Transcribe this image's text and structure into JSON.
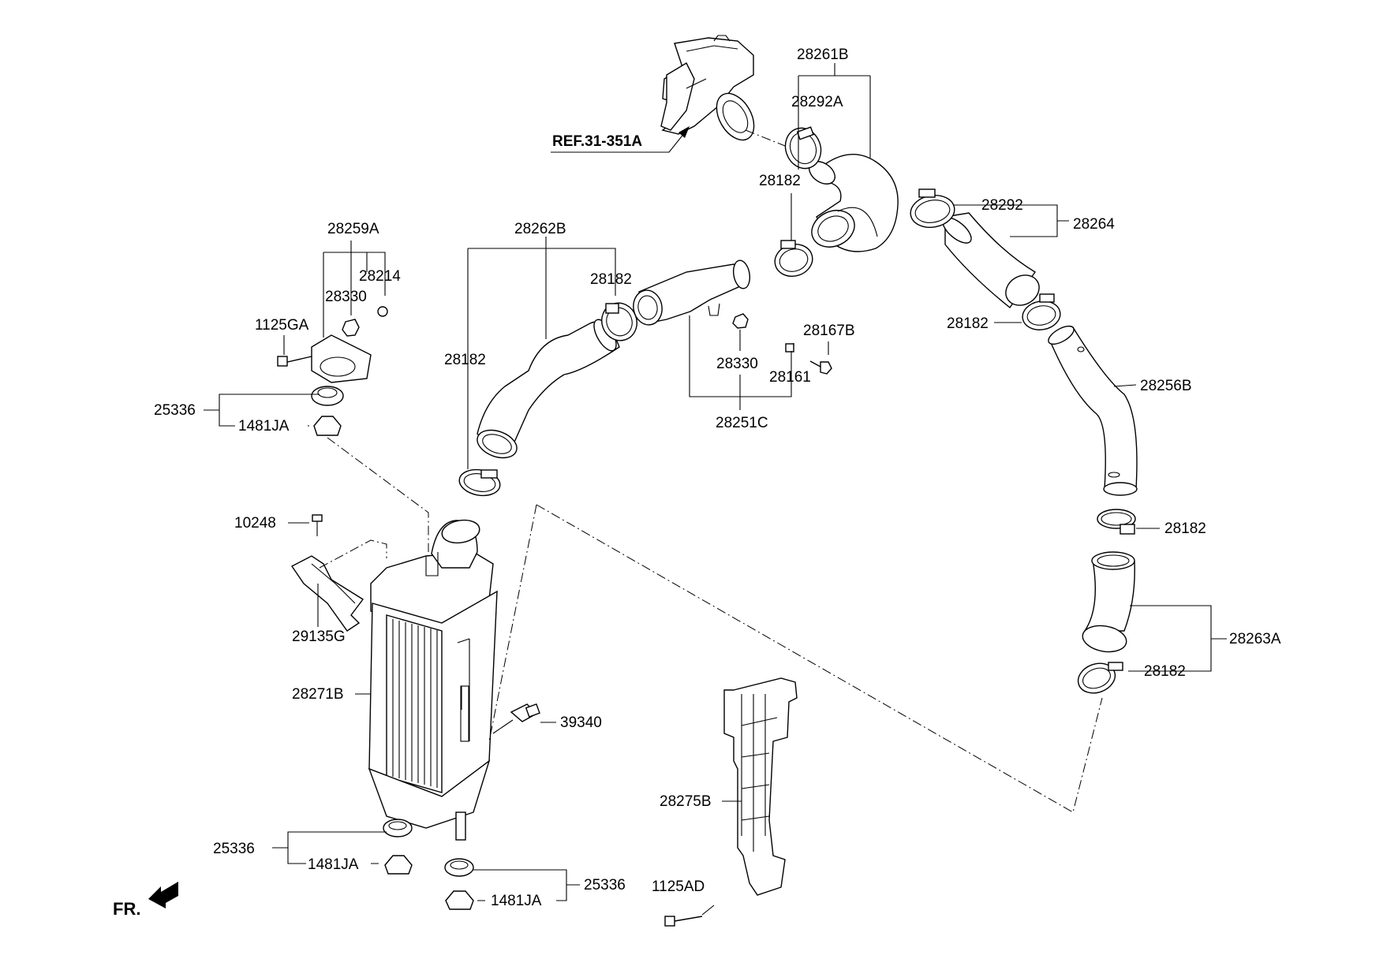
{
  "labels": {
    "l_28261B": "28261B",
    "l_28292A": "28292A",
    "l_ref": "REF.31-351A",
    "l_28182_top": "28182",
    "l_28292": "28292",
    "l_28264": "28264",
    "l_28259A": "28259A",
    "l_28214": "28214",
    "l_28330_a": "28330",
    "l_1125GA": "1125GA",
    "l_28262B": "28262B",
    "l_28182_b": "28182",
    "l_28182_c": "28182",
    "l_28182_d": "28182",
    "l_28167B": "28167B",
    "l_28330_b": "28330",
    "l_28161": "28161",
    "l_28251C": "28251C",
    "l_28256B": "28256B",
    "l_25336_a": "25336",
    "l_1481JA_a": "1481JA",
    "l_10248": "10248",
    "l_28182_e": "28182",
    "l_29135G": "29135G",
    "l_28263A": "28263A",
    "l_28182_f": "28182",
    "l_28271B": "28271B",
    "l_39340": "39340",
    "l_28275B": "28275B",
    "l_25336_b": "25336",
    "l_1481JA_b": "1481JA",
    "l_25336_c": "25336",
    "l_1481JA_c": "1481JA",
    "l_1125AD": "1125AD",
    "l_fr": "FR."
  },
  "icons": {
    "front_arrow": "front-direction-arrow-icon",
    "ref_arrow": "reference-arrow-icon"
  }
}
